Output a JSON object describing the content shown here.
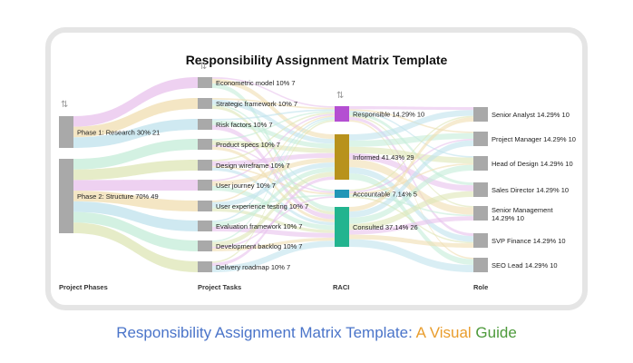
{
  "title": "Responsibility Assignment Matrix Template",
  "columns": [
    "Project Phases",
    "Project Tasks",
    "RACI",
    "Role"
  ],
  "phases": [
    {
      "label": "Phase 1: Research 30% 21",
      "value": 21
    },
    {
      "label": "Phase 2: Structure 70% 49",
      "value": 49
    }
  ],
  "tasks": [
    {
      "label": "Econometric model 10% 7",
      "value": 7
    },
    {
      "label": "Strategic framework 10% 7",
      "value": 7
    },
    {
      "label": "Risk factors 10% 7",
      "value": 7
    },
    {
      "label": "Product specs 10% 7",
      "value": 7
    },
    {
      "label": "Design wireframe 10% 7",
      "value": 7
    },
    {
      "label": "User journey 10% 7",
      "value": 7
    },
    {
      "label": "User experience testing 10% 7",
      "value": 7
    },
    {
      "label": "Evaluation framework 10% 7",
      "value": 7
    },
    {
      "label": "Development backlog 10% 7",
      "value": 7
    },
    {
      "label": "Delivery roadmap 10% 7",
      "value": 7
    }
  ],
  "raci": [
    {
      "label": "Responsible 14.29% 10",
      "value": 10,
      "color": "#b44fd2"
    },
    {
      "label": "Informed 41.43% 29",
      "value": 29,
      "color": "#b8921c"
    },
    {
      "label": "Accountable 7.14% 5",
      "value": 5,
      "color": "#2196b6"
    },
    {
      "label": "Consulted 37.14% 26",
      "value": 26,
      "color": "#22b48f"
    }
  ],
  "roles": [
    {
      "label": "Senior Analyst 14.29% 10",
      "value": 10
    },
    {
      "label": "Project Manager 14.29% 10",
      "value": 10
    },
    {
      "label": "Head of Design 14.29% 10",
      "value": 10
    },
    {
      "label": "Sales Director 14.29% 10",
      "value": 10
    },
    {
      "label": "Senior Management 14.29% 10",
      "value": 10
    },
    {
      "label": "SVP Finance 14.29% 10",
      "value": 10
    },
    {
      "label": "SEO Lead 14.29% 10",
      "value": 10
    }
  ],
  "colors": {
    "node": "#a9a9a9",
    "link_colors": [
      "#e8c2ec",
      "#f0deb0",
      "#bfe2ec",
      "#c4ecd8",
      "#dde6b6"
    ],
    "caption_blue": "#4a74c9",
    "caption_orange": "#e99d2d",
    "caption_green": "#4d9a3b"
  },
  "caption": {
    "part1": "Responsibility Assignment Matrix Template: ",
    "part2": "A Visual ",
    "part3": "Guide"
  }
}
